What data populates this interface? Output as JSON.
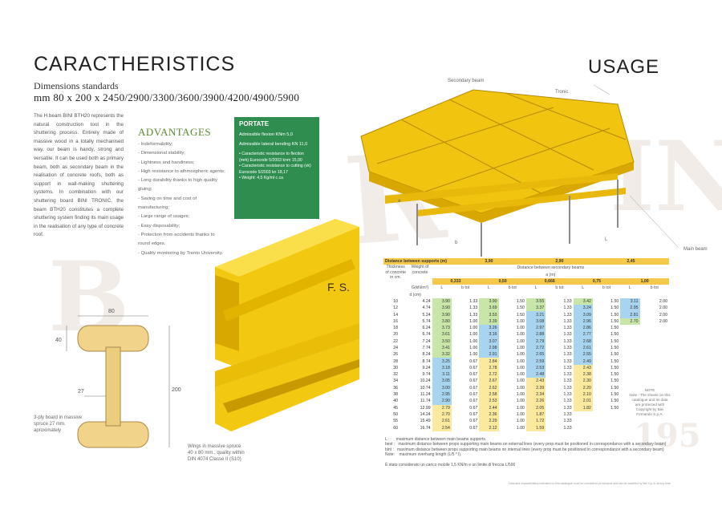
{
  "left": {
    "title": "CARACTHERISTICS",
    "dimensions_heading": "Dimensions standards",
    "dimensions_sizes": "mm 80 x 200 x 2450/2900/3300/3600/3900/4200/4900/5900",
    "description": "The H beam BINI BTH20 represents the natural construction tool in the shuttering process. Entirely made of massive wood in a totally mechanised way, our beam is handy, strong and versatile. It can be used both as primary beam, both as secondary beam in the realisation of concrete roofs, both as support in wall-making shuttering systems. In combination with our shuttering board BINI TRONIC, the beam BTH20 constitutes a complete shuttering system finding its main usage in the realisation of any type of concrete roof.",
    "advantages_title": "ADVANTAGES",
    "advantages": [
      "- Indeformability;",
      "- Dimensional stability;",
      "- Lightness and handiness;",
      "- High resistance to athmospheric agents;",
      "- Long durability thanks to high quality gluing;",
      "- Saving on time and cost of manufacturing;",
      "- Large range of usages;",
      "- Easy disposability;",
      "- Protection from accidents thanks to round edges.",
      "- Quality monitoring by Trento University."
    ],
    "portate": {
      "title": "PORTATE",
      "flexion": "Admissible flexion KNm 5,0",
      "bending": "Admissible lateral bending KN 11,0",
      "items": [
        "• Caracteristic resistance to flection (mrk) Eurocode 5/2003 knm 15,00",
        "• Caracteristic resistance to cutting (vk) Eurocode 5/2003 kn 18,17",
        "• Weight: 4,5 Kg/ml c.ca"
      ]
    },
    "beam_stamp": "F. S.",
    "drawing": {
      "width": "80",
      "flange": "40",
      "web": "27",
      "height": "200"
    },
    "board_note": "3-ply board in massive spruce 27 mm. aproximately",
    "wings_note": "Wings in massive spruce 40 x 80 mm., quality within DIN 4074 Classe II (S10)",
    "watermark_bottom": "195"
  },
  "right": {
    "title": "USAGE",
    "labels": {
      "secondary_beam": "Secondary beam",
      "tronic": "Tronic",
      "main_beam": "Main beam",
      "a": "a",
      "b": "b",
      "L": "L"
    },
    "table": {
      "supports_label": "Distance between supports (m)",
      "supports": [
        "3,90",
        "2,90",
        "2,45"
      ],
      "thickness_label": "Thickness of concrete in cm.",
      "weight_label": "Weight of concrete",
      "weight_unit": "G(kN/m²)",
      "secondary_label": "Distance between secondary beams",
      "a_unit": "a (m)",
      "spacings": [
        "0,333",
        "0,50",
        "0,666",
        "0,75",
        "1,00"
      ],
      "col_L": "L",
      "col_b": "b tot",
      "d_unit": "d (cm)",
      "rows": [
        {
          "d": "10",
          "g": "4.24",
          "v": [
            [
              "3.90",
              "1.33"
            ],
            [
              "3.90",
              "1.50"
            ],
            [
              "3.55",
              "1.33"
            ],
            [
              "3.42",
              "1.50"
            ],
            [
              "3.11",
              "2.00"
            ]
          ]
        },
        {
          "d": "12",
          "g": "4.74",
          "v": [
            [
              "3.90",
              "1.33"
            ],
            [
              "3.69",
              "1.50"
            ],
            [
              "3.37",
              "1.33"
            ],
            [
              "3.24",
              "1.50"
            ],
            [
              "2.95",
              "2.00"
            ]
          ]
        },
        {
          "d": "14",
          "g": "5.24",
          "v": [
            [
              "3.90",
              "1.33"
            ],
            [
              "3.53",
              "1.50"
            ],
            [
              "3.21",
              "1.33"
            ],
            [
              "3.09",
              "1.50"
            ],
            [
              "2.81",
              "2.00"
            ]
          ]
        },
        {
          "d": "16",
          "g": "5.74",
          "v": [
            [
              "3.80",
              "1.00"
            ],
            [
              "3.39",
              "1.00"
            ],
            [
              "3.08",
              "1.33"
            ],
            [
              "2.96",
              "1.50"
            ],
            [
              "2.70",
              "2.00"
            ]
          ]
        },
        {
          "d": "18",
          "g": "6.24",
          "v": [
            [
              "3.73",
              "1.00"
            ],
            [
              "3.26",
              "1.00"
            ],
            [
              "2.97",
              "1.33"
            ],
            [
              "2.86",
              "1.50"
            ],
            [
              "",
              ""
            ]
          ]
        },
        {
          "d": "20",
          "g": "6.74",
          "v": [
            [
              "3.61",
              "1.00"
            ],
            [
              "3.16",
              "1.00"
            ],
            [
              "2.88",
              "1.33"
            ],
            [
              "2.77",
              "1.50"
            ],
            [
              "",
              ""
            ]
          ]
        },
        {
          "d": "22",
          "g": "7.24",
          "v": [
            [
              "3.50",
              "1.00"
            ],
            [
              "3.07",
              "1.00"
            ],
            [
              "2.79",
              "1.33"
            ],
            [
              "2.68",
              "1.50"
            ],
            [
              "",
              ""
            ]
          ]
        },
        {
          "d": "24",
          "g": "7.74",
          "v": [
            [
              "3.41",
              "1.00"
            ],
            [
              "2.98",
              "1.00"
            ],
            [
              "2.72",
              "1.33"
            ],
            [
              "2.61",
              "1.50"
            ],
            [
              "",
              ""
            ]
          ]
        },
        {
          "d": "26",
          "g": "8.24",
          "v": [
            [
              "3.32",
              "1.00"
            ],
            [
              "2.91",
              "1.00"
            ],
            [
              "2.65",
              "1.33"
            ],
            [
              "2.55",
              "1.50"
            ],
            [
              "",
              ""
            ]
          ]
        },
        {
          "d": "28",
          "g": "8.74",
          "v": [
            [
              "3.25",
              "0.67"
            ],
            [
              "2.84",
              "1.00"
            ],
            [
              "2.59",
              "1.33"
            ],
            [
              "2.49",
              "1.50"
            ],
            [
              "",
              ""
            ]
          ]
        },
        {
          "d": "30",
          "g": "9.24",
          "v": [
            [
              "3.18",
              "0.67"
            ],
            [
              "2.78",
              "1.00"
            ],
            [
              "2.53",
              "1.33"
            ],
            [
              "2.43",
              "1.50"
            ],
            [
              "",
              ""
            ]
          ]
        },
        {
          "d": "32",
          "g": "9.74",
          "v": [
            [
              "3.11",
              "0.67"
            ],
            [
              "2.72",
              "1.00"
            ],
            [
              "2.48",
              "1.33"
            ],
            [
              "2.38",
              "1.50"
            ],
            [
              "",
              ""
            ]
          ]
        },
        {
          "d": "34",
          "g": "10.24",
          "v": [
            [
              "3.05",
              "0.67"
            ],
            [
              "2.67",
              "1.00"
            ],
            [
              "2.43",
              "1.33"
            ],
            [
              "2.30",
              "1.50"
            ],
            [
              "",
              ""
            ]
          ]
        },
        {
          "d": "36",
          "g": "10.74",
          "v": [
            [
              "3.00",
              "0.67"
            ],
            [
              "2.62",
              "1.00"
            ],
            [
              "2.39",
              "1.33"
            ],
            [
              "2.20",
              "1.50"
            ],
            [
              "",
              ""
            ]
          ]
        },
        {
          "d": "38",
          "g": "11.24",
          "v": [
            [
              "2.95",
              "0.67"
            ],
            [
              "2.58",
              "1.00"
            ],
            [
              "2.34",
              "1.33"
            ],
            [
              "2.10",
              "1.50"
            ],
            [
              "",
              ""
            ]
          ]
        },
        {
          "d": "40",
          "g": "11.74",
          "v": [
            [
              "2.90",
              "0.67"
            ],
            [
              "2.53",
              "1.00"
            ],
            [
              "2.26",
              "1.33"
            ],
            [
              "2.01",
              "1.50"
            ],
            [
              "",
              ""
            ]
          ]
        },
        {
          "d": "45",
          "g": "12.99",
          "v": [
            [
              "2.79",
              "0.67"
            ],
            [
              "2.44",
              "1.00"
            ],
            [
              "2.05",
              "1.33"
            ],
            [
              "1.82",
              "1.50"
            ],
            [
              "",
              ""
            ]
          ]
        },
        {
          "d": "50",
          "g": "14.24",
          "v": [
            [
              "2.70",
              "0.67"
            ],
            [
              "2.36",
              "1.00"
            ],
            [
              "1.87",
              "1.33"
            ],
            [
              "",
              ""
            ],
            [
              "",
              ""
            ]
          ]
        },
        {
          "d": "55",
          "g": "15.49",
          "v": [
            [
              "2.61",
              "0.67"
            ],
            [
              "2.29",
              "1.00"
            ],
            [
              "1.72",
              "1.33"
            ],
            [
              "",
              ""
            ],
            [
              "",
              ""
            ]
          ]
        },
        {
          "d": "60",
          "g": "16.74",
          "v": [
            [
              "2.54",
              "0.67"
            ],
            [
              "2.12",
              "1.00"
            ],
            [
              "1.59",
              "1.33"
            ],
            [
              "",
              ""
            ],
            [
              "",
              ""
            ]
          ]
        }
      ]
    },
    "notes_title": "NOTE",
    "note_right": "Note : The sheets on this catalogue and its data are protected with Copyright by Bini Fernando S.p.A.",
    "footnotes": [
      "L :      maximum distance between main beams supports.",
      "best :   maximum distance between props supporting main beams on external lines (every prop must be positioned in correspondance with a secondary beam)",
      "bint :   maximum distance between props supporting main beams on internal lines (every prop must be positioned in correspondance with a secondary beam)",
      "Note:    maximum overhang length (L/5 * l)."
    ],
    "italian_note": "È stato considerato un carico mobile 1,5 KN/m e un limite di freccia L/500",
    "footer": "Data and characteristics indicated on this catalogue must be considered provisional and can be modified by Bini S.p.A. at any time"
  },
  "colors": {
    "accent_green": "#2e8d4f",
    "header_yellow": "#f6c94a",
    "cell_green": "#c8e6a8",
    "cell_yellow": "#fbe99e",
    "cell_blue": "#a8d4ef"
  }
}
